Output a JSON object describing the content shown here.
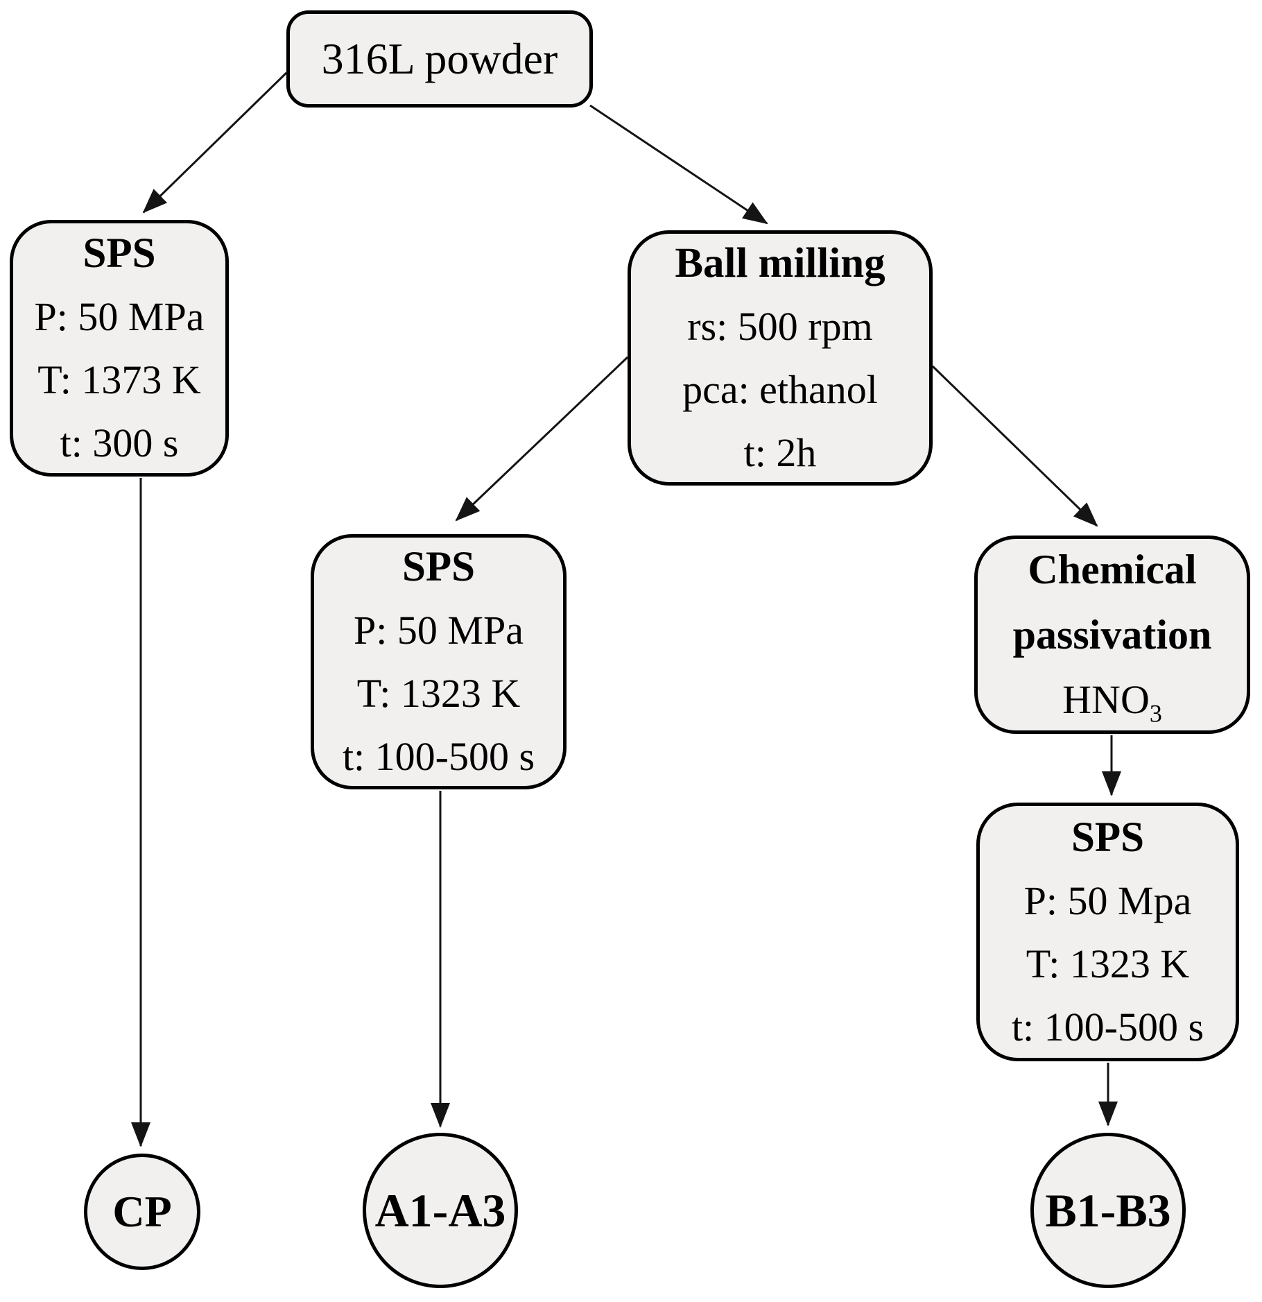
{
  "colors": {
    "background": "#ffffff",
    "node_fill": "#f1f0ef",
    "node_border": "#000000",
    "text": "#000000",
    "arrow": "#141414"
  },
  "nodes": {
    "powder": {
      "title": "316L powder"
    },
    "sps_cp": {
      "title": "SPS",
      "line1": "P: 50 MPa",
      "line2": "T: 1373 K",
      "line3": "t: 300 s"
    },
    "ball_milling": {
      "title": "Ball milling",
      "line1": "rs: 500 rpm",
      "line2": "pca: ethanol",
      "line3": "t: 2h"
    },
    "sps_a": {
      "title": "SPS",
      "line1": "P: 50 MPa",
      "line2": "T: 1323 K",
      "line3": "t: 100-500 s"
    },
    "chem": {
      "title": "Chemical passivation",
      "formula_base": "HNO",
      "formula_sub": "3"
    },
    "sps_b": {
      "title": "SPS",
      "line1": "P: 50 Mpa",
      "line2": "T: 1323 K",
      "line3": "t: 100-500 s"
    },
    "cp_circle": {
      "label": "CP"
    },
    "a_circle": {
      "label": "A1-A3"
    },
    "b_circle": {
      "label": "B1-B3"
    }
  },
  "edges": [
    {
      "from": "316L powder",
      "to": "SPS (CP route)"
    },
    {
      "from": "316L powder",
      "to": "Ball milling"
    },
    {
      "from": "Ball milling",
      "to": "SPS (A route)"
    },
    {
      "from": "Ball milling",
      "to": "Chemical passivation"
    },
    {
      "from": "SPS (CP route)",
      "to": "CP"
    },
    {
      "from": "SPS (A route)",
      "to": "A1-A3"
    },
    {
      "from": "Chemical passivation",
      "to": "SPS (B route)"
    },
    {
      "from": "SPS (B route)",
      "to": "B1-B3"
    }
  ]
}
